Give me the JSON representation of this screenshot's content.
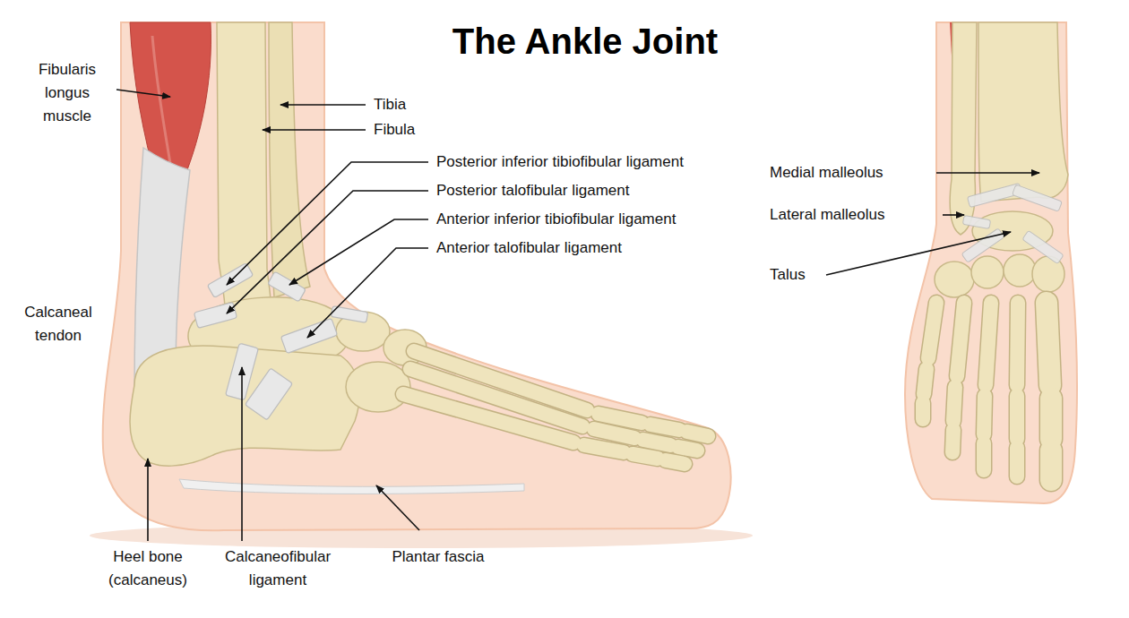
{
  "diagram": {
    "title": "The Ankle Joint",
    "labels": [
      "Fibularis longus muscle",
      "Tibia",
      "Fibula",
      "Posterior inferior tibiofibular ligament",
      "Posterior talofibular ligament",
      "Anterior inferior tibiofibular ligament",
      "Anterior talofibular ligament",
      "Calcaneal tendon",
      "Heel bone (calcaneus)",
      "Calcaneofibular ligament",
      "Plantar fascia",
      "Medial malleolus",
      "Lateral malleolus",
      "Talus"
    ]
  }
}
